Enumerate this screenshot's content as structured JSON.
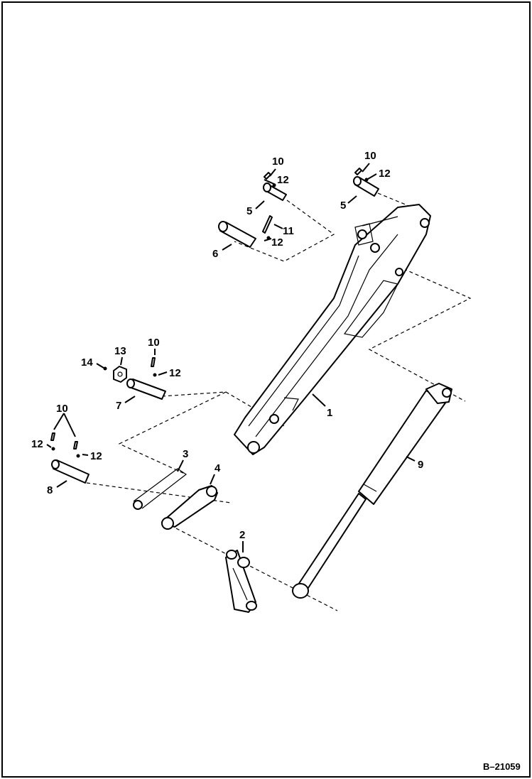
{
  "diagram": {
    "figure_id": "B–21059",
    "callouts": {
      "c1": "1",
      "c2": "2",
      "c3": "3",
      "c4": "4",
      "c5a": "5",
      "c5b": "5",
      "c6": "6",
      "c7": "7",
      "c8": "8",
      "c9": "9",
      "c10a": "10",
      "c10b": "10",
      "c10c": "10",
      "c10d": "10",
      "c11": "11",
      "c12a": "12",
      "c12b": "12",
      "c12c": "12",
      "c12d": "12",
      "c12e": "12",
      "c12f": "12",
      "c13": "13",
      "c14": "14"
    }
  }
}
